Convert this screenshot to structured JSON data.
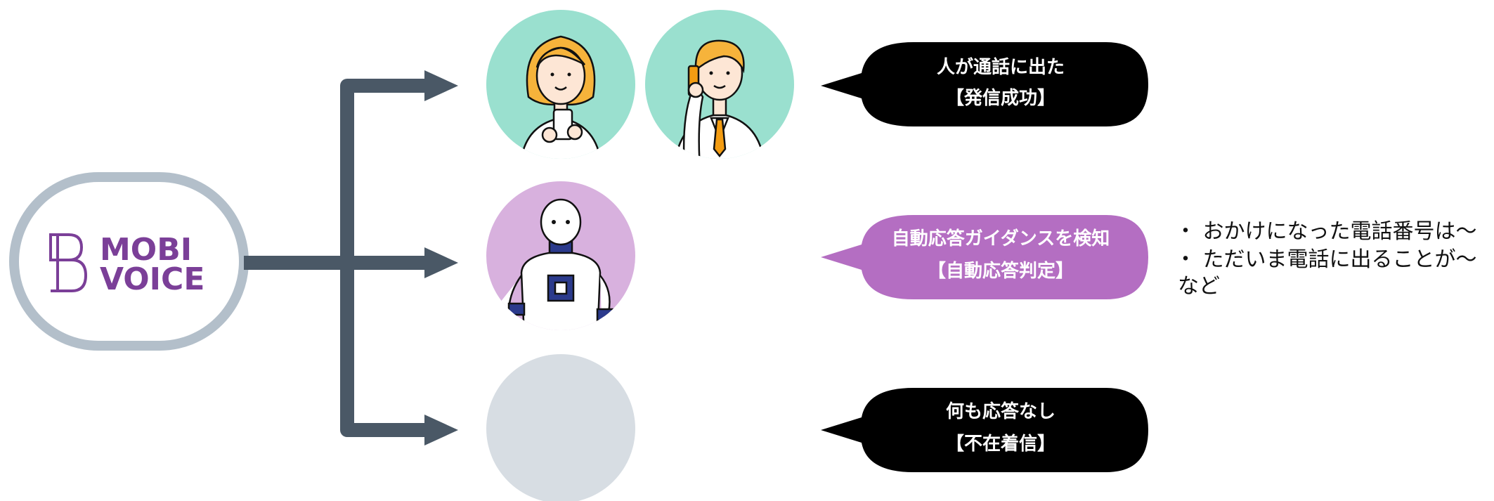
{
  "logo": {
    "line1": "MOBI",
    "line2": "VOICE",
    "color": "#7b3f98"
  },
  "outcomes": [
    {
      "line1": "人が通話に出た",
      "line2": "【発信成功】",
      "bubble_color": "#000000"
    },
    {
      "line1": "自動応答ガイダンスを検知",
      "line2": "【自動応答判定】",
      "bubble_color": "#b46ec2"
    },
    {
      "line1": "何も応答なし",
      "line2": "【不在着信】",
      "bubble_color": "#000000"
    }
  ],
  "notes": {
    "items": [
      "・ おかけになった電話番号は〜",
      "・ ただいま電話に出ることが〜"
    ],
    "suffix": "など"
  },
  "colors": {
    "connector": "#4a5866",
    "logo_border": "#b3bfca",
    "human_circle": "#9ae0cf",
    "robot_circle": "#d8b1de",
    "empty_circle": "#d7dde3",
    "hair": "#f6b33b",
    "skin": "#fde6d5"
  },
  "icons": {
    "woman": "woman-with-smartphone-icon",
    "man": "businessman-on-phone-icon",
    "robot": "robot-icon"
  }
}
